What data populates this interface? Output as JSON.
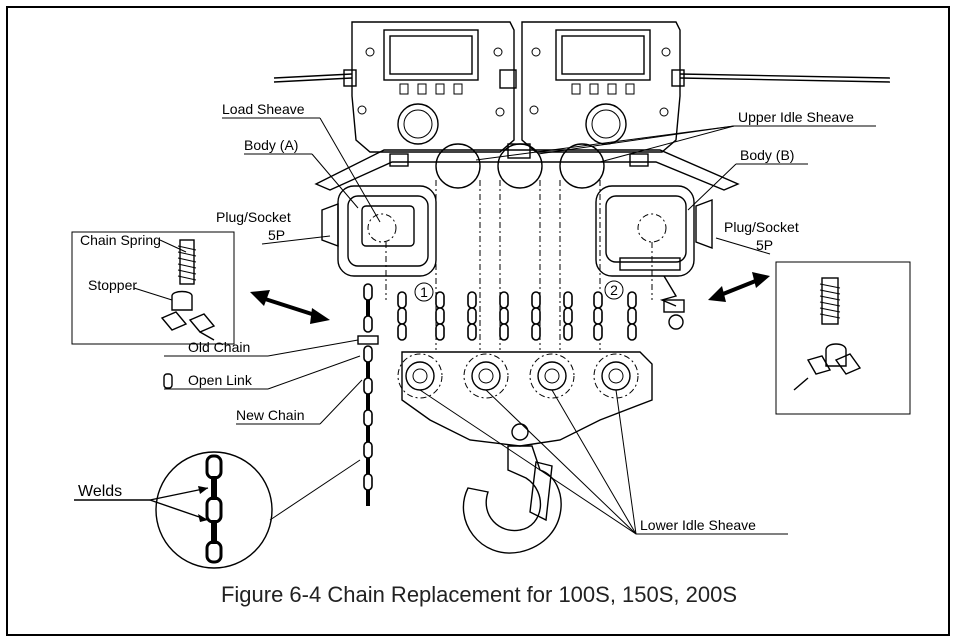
{
  "labels": {
    "load_sheave": "Load Sheave",
    "upper_idle_sheave": "Upper Idle Sheave",
    "body_a": "Body (A)",
    "body_b": "Body (B)",
    "plug_socket_left": "Plug/Socket",
    "plug_socket_left_sub": "5P",
    "plug_socket_right": "Plug/Socket",
    "plug_socket_right_sub": "5P",
    "chain_spring": "Chain Spring",
    "stopper": "Stopper",
    "old_chain": "Old Chain",
    "open_link": "Open Link",
    "new_chain": "New Chain",
    "welds": "Welds",
    "lower_idle_sheave": "Lower Idle Sheave",
    "marker_1": "1",
    "marker_2": "2"
  },
  "caption": "Figure 6-4  Chain Replacement for 100S, 150S, 200S"
}
